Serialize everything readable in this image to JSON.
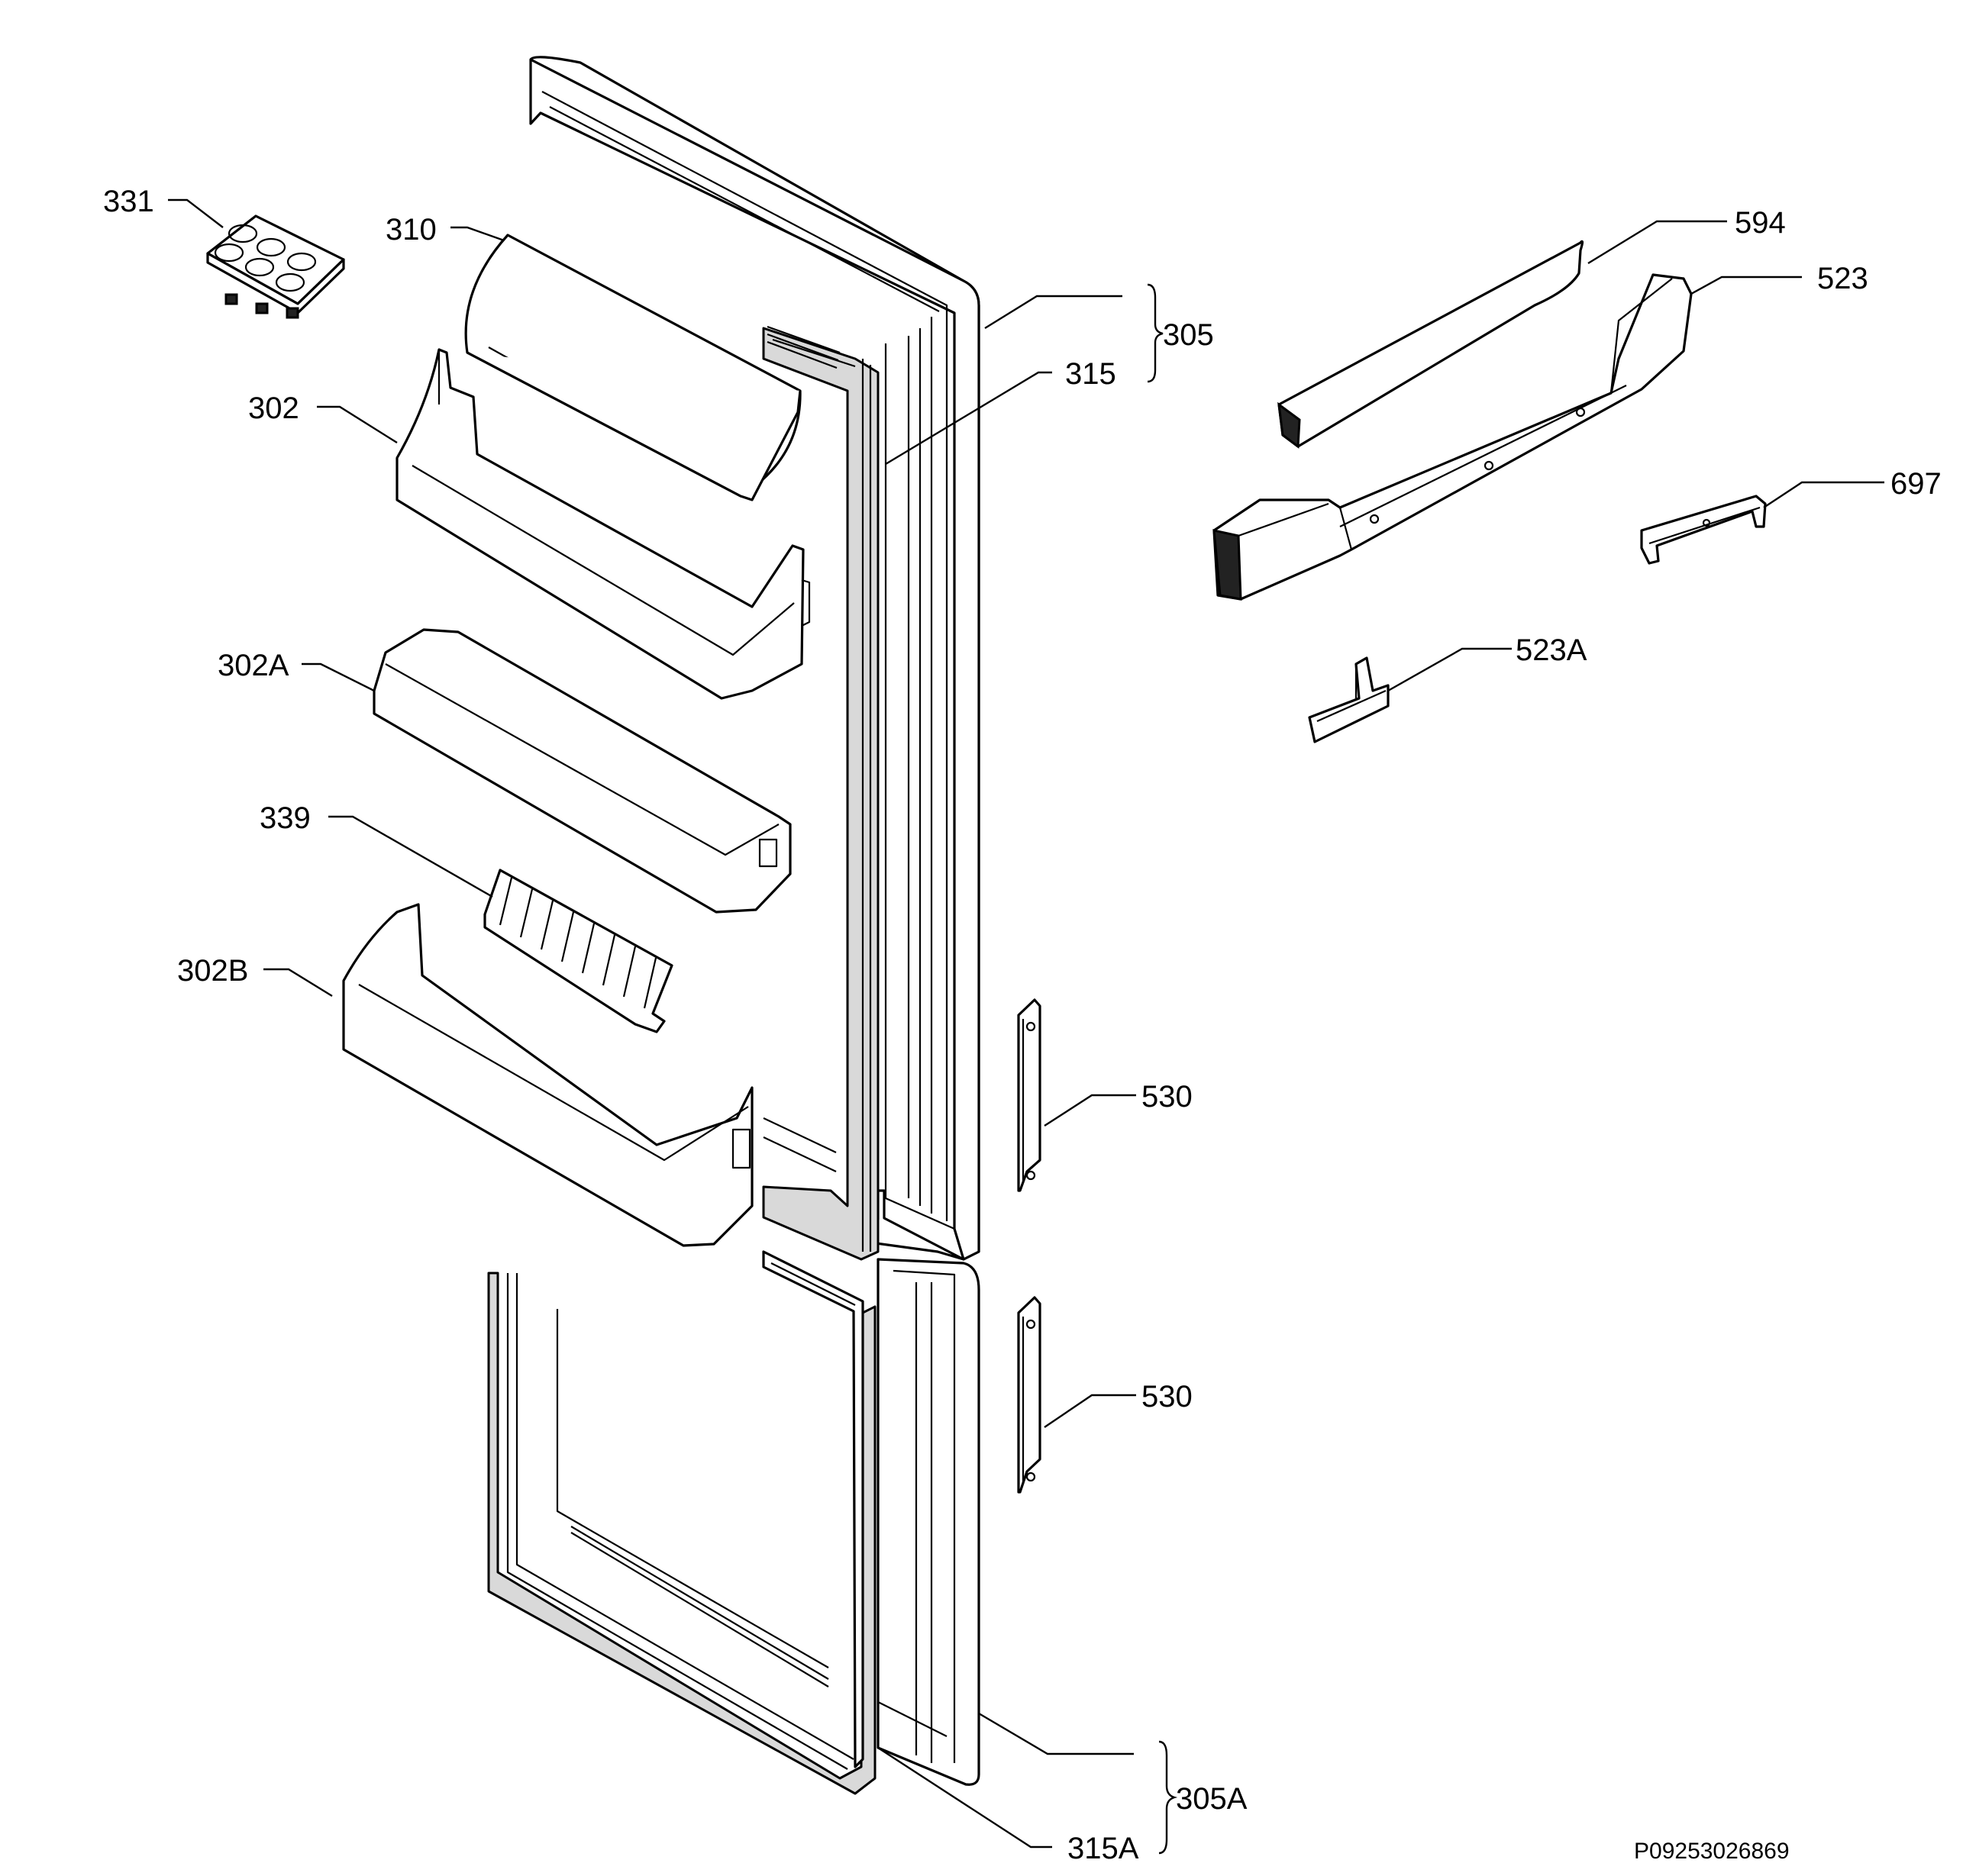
{
  "labels": {
    "p331": "331",
    "p310": "310",
    "p302": "302",
    "p302A": "302A",
    "p339": "339",
    "p302B": "302B",
    "p305": "305",
    "p315": "315",
    "p594": "594",
    "p523": "523",
    "p697": "697",
    "p523A": "523A",
    "p530_top": "530",
    "p530_bottom": "530",
    "p305A": "305A",
    "p315A": "315A"
  },
  "drawing_id": "P09253026869"
}
